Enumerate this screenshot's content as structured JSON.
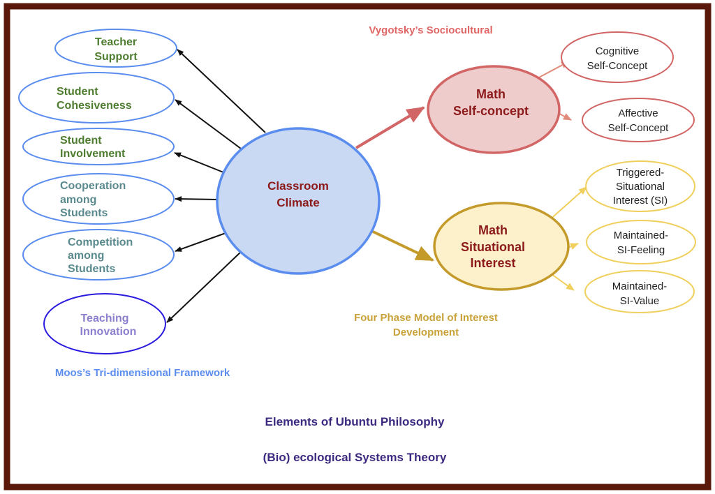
{
  "central": {
    "lines": [
      "Classroom",
      "Climate"
    ]
  },
  "left_nodes": [
    {
      "lines": [
        "Teacher",
        "Support"
      ]
    },
    {
      "lines": [
        "Student",
        "Cohesiveness"
      ]
    },
    {
      "lines": [
        "Student",
        "Involvement"
      ]
    },
    {
      "lines": [
        "Cooperation",
        "among",
        "Students"
      ]
    },
    {
      "lines": [
        "Competition",
        "among",
        "Students"
      ]
    },
    {
      "lines": [
        "Teaching",
        "Innovation"
      ]
    }
  ],
  "self_concept": {
    "lines": [
      "Math",
      "Self-concept"
    ],
    "children": [
      {
        "lines": [
          "Cognitive",
          "Self-Concept"
        ]
      },
      {
        "lines": [
          "Affective",
          "Self-Concept"
        ]
      }
    ]
  },
  "situational_interest": {
    "lines": [
      "Math",
      "Situational",
      "Interest"
    ],
    "children": [
      {
        "lines": [
          "Triggered-",
          "Situational",
          "Interest (SI)"
        ]
      },
      {
        "lines": [
          "Maintained-",
          "SI-Feeling"
        ]
      },
      {
        "lines": [
          "Maintained-",
          "SI-Value"
        ]
      }
    ]
  },
  "labels": {
    "vygotsky": "Vygotsky’s Sociocultural",
    "four_phase": [
      "Four Phase Model of Interest",
      "Development"
    ],
    "moos": "Moos’s Tri-dimensional Framework",
    "ubuntu": "Elements of Ubuntu Philosophy",
    "bio": "(Bio) ecological Systems Theory"
  },
  "colors": {
    "frame": "#5a180a",
    "blue": "#5b8def",
    "red": "#d26565",
    "gold": "#c49a2a",
    "yellow": "#f0cf5c",
    "title_purple": "#3d2a80"
  }
}
